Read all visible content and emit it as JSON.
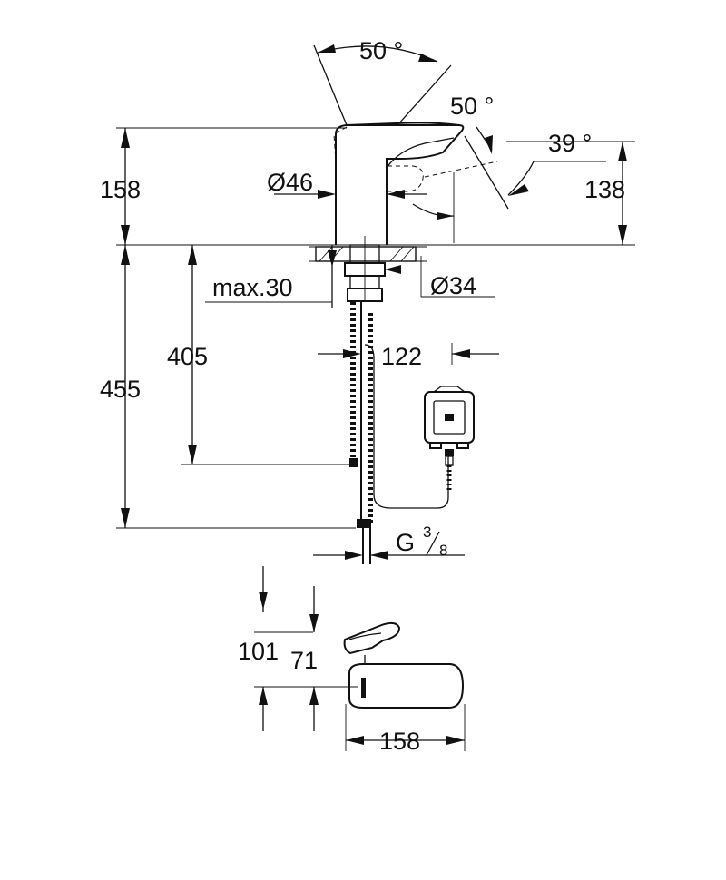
{
  "diagram": {
    "angles": {
      "spout_swivel": "50 °",
      "lever_tilt": "50 °",
      "lever_front": "39 °"
    },
    "diameters": {
      "body": "Ø46",
      "shank": "Ø34"
    },
    "dimensions": {
      "height_above_deck": "158",
      "spout_height": "138",
      "max_deck_thickness": "max.30",
      "hose_length": "455",
      "under_deck_depth": "405",
      "box_offset": "122",
      "lever_height": "101",
      "spout_outlet_height": "71",
      "projection": "158"
    },
    "connection": {
      "thread_letter": "G",
      "thread_num": "3",
      "thread_den": "8"
    }
  }
}
